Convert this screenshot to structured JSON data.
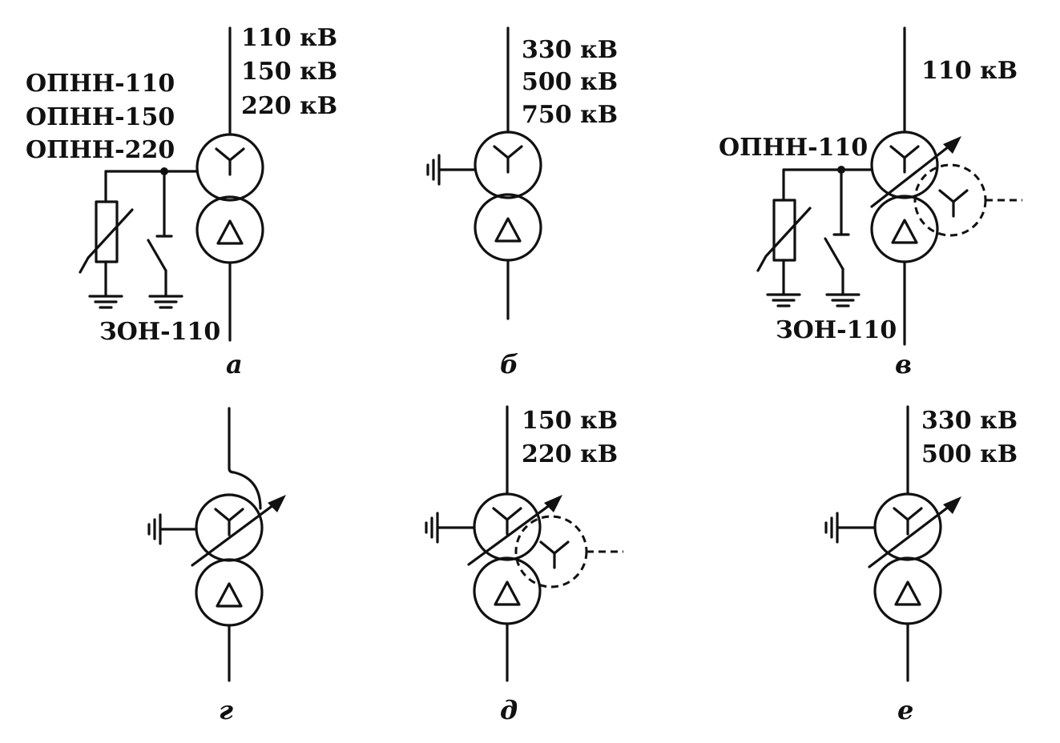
{
  "diagrams": [
    {
      "caption": "а",
      "voltages": [
        "110 кВ",
        "150 кВ",
        "220 кВ"
      ],
      "arrester_labels": [
        "ОПНН-110",
        "ОПНН-150",
        "ОПНН-220"
      ],
      "switch_label": "ЗОН-110"
    },
    {
      "caption": "б",
      "voltages": [
        "330 кВ",
        "500 кВ",
        "750 кВ"
      ]
    },
    {
      "caption": "в",
      "voltages": [
        "110 кВ"
      ],
      "arrester_labels": [
        "ОПНН-110"
      ],
      "switch_label": "ЗОН-110"
    },
    {
      "caption": "г"
    },
    {
      "caption": "д",
      "voltages": [
        "150 кВ",
        "220 кВ"
      ]
    },
    {
      "caption": "е",
      "voltages": [
        "330 кВ",
        "500 кВ"
      ]
    }
  ]
}
